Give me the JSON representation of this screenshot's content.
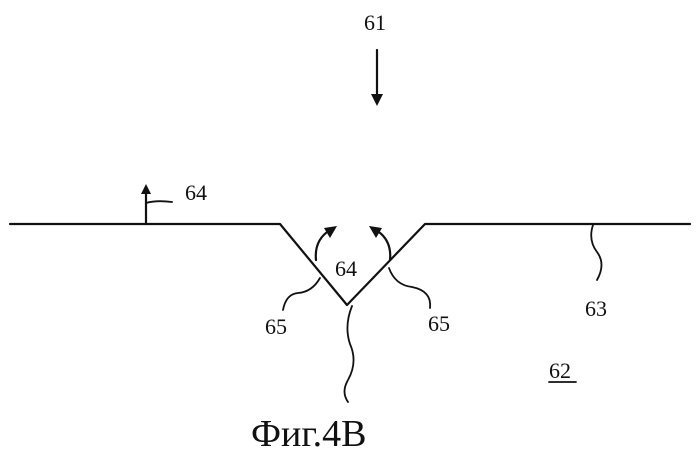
{
  "labels": {
    "ref_61": "61",
    "ref_64_top": "64",
    "ref_64_center": "64",
    "ref_65_left": "65",
    "ref_65_right": "65",
    "ref_63": "63",
    "ref_62": "62"
  },
  "caption": "Фиг.4B"
}
